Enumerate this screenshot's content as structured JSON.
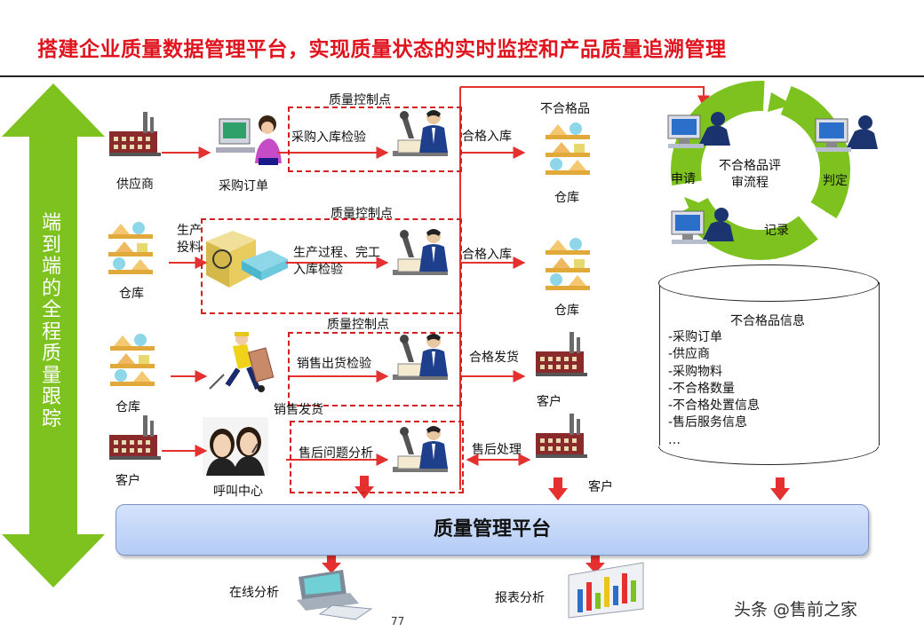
{
  "title": "搭建企业质量数据管理平台，实现质量状态的实时监控和产品质量追溯管理",
  "side_label": "端到端的全程质量跟踪",
  "control_point_label": "质量控制点",
  "rows": {
    "r1": {
      "source": "供应商",
      "mid": "采购订单",
      "check": "采购入库检验",
      "out_arrow": "合格入库",
      "dest": "仓库",
      "dest_header": "不合格品"
    },
    "r2": {
      "source": "仓库",
      "side": "生产投料",
      "check": "生产过程、完工入库检验",
      "out_arrow": "合格入库",
      "dest": "仓库"
    },
    "r3": {
      "source": "仓库",
      "mid": "销售发货",
      "check": "销售出货检验",
      "out_arrow": "合格发货",
      "dest": "客户"
    },
    "r4": {
      "source": "客户",
      "mid": "呼叫中心",
      "check": "售后问题分析",
      "out_arrow": "售后处理",
      "dest": "客户"
    }
  },
  "cycle": {
    "center": "不合格品评审流程",
    "apply": "申请",
    "judge": "判定",
    "record": "记录"
  },
  "info": {
    "title": "不合格品信息",
    "items": [
      "-采购订单",
      "-供应商",
      "-采购物料",
      "-不合格数量",
      "-不合格处置信息",
      "-售后服务信息",
      "…"
    ]
  },
  "platform": "质量管理平台",
  "outputs": {
    "online": "在线分析",
    "report": "报表分析"
  },
  "page_number": "77",
  "watermark": "头条 @售前之家",
  "colors": {
    "title_red": "#e0141e",
    "arrow_red": "#e53030",
    "green": "#7dc21e",
    "platform_blue": "#c5d8f7"
  }
}
